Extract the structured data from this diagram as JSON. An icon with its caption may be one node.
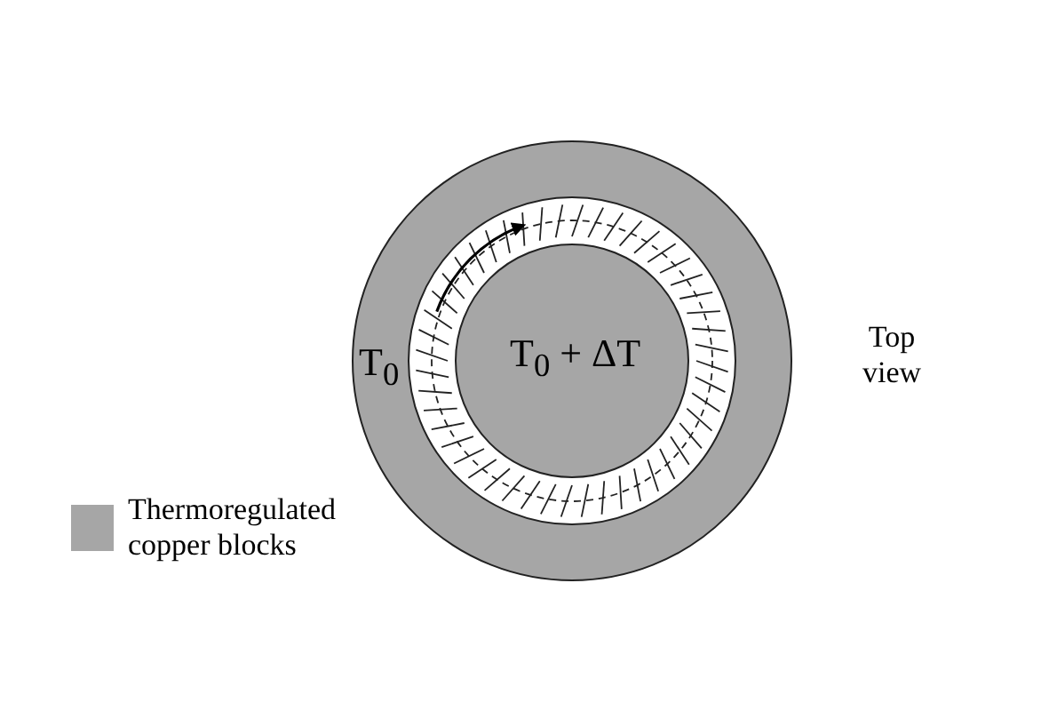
{
  "diagram": {
    "nodes": [
      {
        "text": [
          "T$_{0}$"
        ]
      },
      {
        "text": [
          "T$_{0}$ + ΔT"
        ],
        "in": 0
      }
    ],
    "labels": [
      "Top view"
    ],
    "legend": [
      {
        "text": "Thermoregulated copper blocks",
        "color": "#a6a6a6"
      }
    ]
  }
}
